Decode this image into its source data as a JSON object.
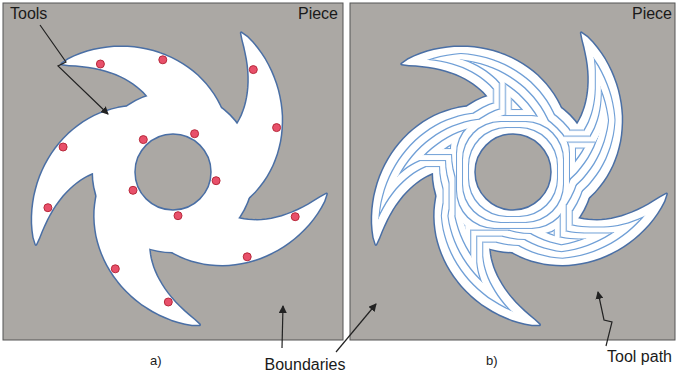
{
  "diagram": {
    "labels": [
      "Tools",
      "Piece",
      "Piece",
      "a)",
      "Boundaries",
      "b)",
      "Tool path"
    ]
  }
}
